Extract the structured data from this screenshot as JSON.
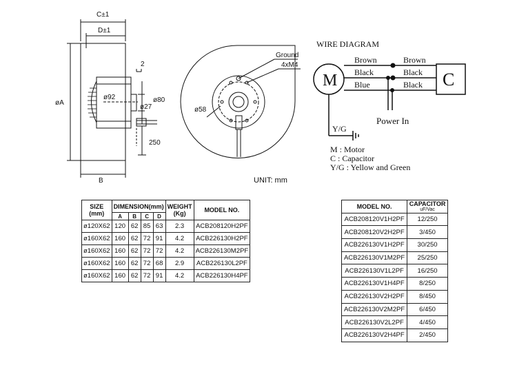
{
  "side_view": {
    "label_c": "C±1",
    "label_d": "D±1",
    "label_2": "2",
    "label_a": "øA",
    "label_b": "B",
    "label_92": "ø92",
    "label_80": "ø80",
    "label_27": "ø27",
    "label_250": "250"
  },
  "front_view": {
    "label_ground": "Ground",
    "label_4xm4": "4xM4",
    "label_58": "ø58"
  },
  "unit_label": "UNIT: mm",
  "wire_diagram": {
    "title": "WIRE DIAGRAM",
    "motor_symbol": "M",
    "capacitor_symbol": "C",
    "wires_left": [
      "Brown",
      "Black",
      "Blue"
    ],
    "wires_right": [
      "Brown",
      "Black",
      "Black"
    ],
    "yg_label": "Y/G",
    "power_label": "Power In",
    "legend": [
      "M : Motor",
      "C : Capacitor",
      "Y/G : Yellow and Green"
    ]
  },
  "dimension_table": {
    "headers": {
      "size": "SIZE (mm)",
      "dimension": "DIMENSION(mm)",
      "weight": "WEIGHT (Kg)",
      "model": "MODEL NO."
    },
    "sub_headers": [
      "A",
      "B",
      "C",
      "D"
    ],
    "rows": [
      [
        "ø120X62",
        "120",
        "62",
        "85",
        "63",
        "2.3",
        "ACB208120H2PF"
      ],
      [
        "ø160X62",
        "160",
        "62",
        "72",
        "91",
        "4.2",
        "ACB226130H2PF"
      ],
      [
        "ø160X62",
        "160",
        "62",
        "72",
        "72",
        "4.2",
        "ACB226130M2PF"
      ],
      [
        "ø160X62",
        "160",
        "62",
        "72",
        "68",
        "2.9",
        "ACB226130L2PF"
      ],
      [
        "ø160X62",
        "160",
        "62",
        "72",
        "91",
        "4.2",
        "ACB226130H4PF"
      ]
    ]
  },
  "capacitor_table": {
    "headers": {
      "model": "MODEL NO.",
      "capacitor": "CAPACITOR",
      "capacitor_unit": "uF/Vac"
    },
    "rows": [
      [
        "ACB208120V1H2PF",
        "12/250"
      ],
      [
        "ACB208120V2H2PF",
        "3/450"
      ],
      [
        "ACB226130V1H2PF",
        "30/250"
      ],
      [
        "ACB226130V1M2PF",
        "25/250"
      ],
      [
        "ACB226130V1L2PF",
        "16/250"
      ],
      [
        "ACB226130V1H4PF",
        "8/250"
      ],
      [
        "ACB226130V2H2PF",
        "8/450"
      ],
      [
        "ACB226130V2M2PF",
        "6/450"
      ],
      [
        "ACB226130V2L2PF",
        "4/450"
      ],
      [
        "ACB226130V2H4PF",
        "2/450"
      ]
    ]
  }
}
